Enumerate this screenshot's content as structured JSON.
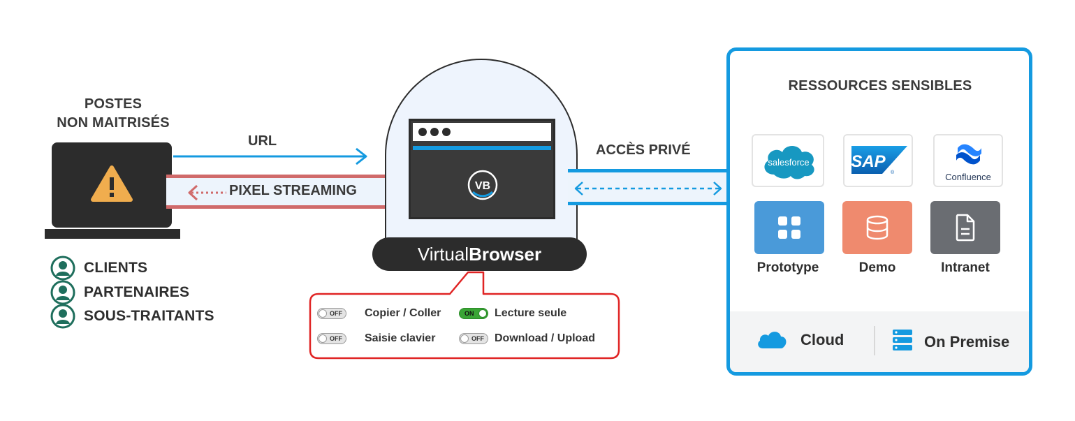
{
  "left": {
    "heading_line1": "POSTES",
    "heading_line2": "NON MAITRISÉS",
    "users": [
      "CLIENTS",
      "PARTENAIRES",
      "SOUS-TRAITANTS"
    ]
  },
  "flows": {
    "url_label": "URL",
    "pixel_label": "PIXEL STREAMING",
    "private_label": "ACCÈS PRIVÉ"
  },
  "center": {
    "badge": "VB",
    "brand_light": "Virtual",
    "brand_bold": "Browser"
  },
  "options": [
    {
      "state": "OFF",
      "label": "Copier / Coller"
    },
    {
      "state": "ON",
      "label": "Lecture seule"
    },
    {
      "state": "OFF",
      "label": "Saisie clavier"
    },
    {
      "state": "OFF",
      "label": "Download / Upload"
    }
  ],
  "resources": {
    "heading": "RESSOURCES SENSIBLES",
    "logos": {
      "salesforce": "salesforce",
      "sap": "SAP",
      "sap_mark": "®",
      "confluence": "Confluence"
    },
    "apps": [
      "Prototype",
      "Demo",
      "Intranet"
    ],
    "footer": {
      "cloud": "Cloud",
      "onprem": "On Premise"
    }
  },
  "colors": {
    "blue": "#149ae0",
    "red": "#d06a6a",
    "dark": "#2c2c2c",
    "warning": "#f0ad4e",
    "user_green": "#1e6e5c",
    "prototype": "#4a9ad9",
    "demo": "#ef8a6e",
    "intranet": "#6a6d72",
    "options_border": "#e02424"
  }
}
